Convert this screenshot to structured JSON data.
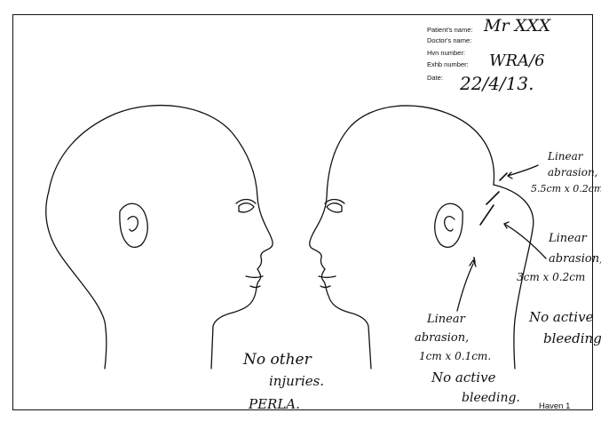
{
  "form_fields": {
    "patient_name_label": "Patient's name:",
    "doctor_name_label": "Doctor's name:",
    "hvn_number_label": "Hvn number:",
    "exhb_number_label": "Exhb number:",
    "date_label": "Date:"
  },
  "form_values": {
    "patient_name": "Mr XXX",
    "exhb_number": "WRA/6",
    "date": "22/4/13."
  },
  "annotations": {
    "abrasion_1": [
      "Linear",
      "abrasion,",
      "5.5cm x 0.2cm"
    ],
    "abrasion_2": [
      "Linear",
      "abrasion,",
      "3cm x 0.2cm"
    ],
    "abrasion_3": [
      "Linear",
      "abrasion,",
      "1cm x 0.1cm."
    ],
    "no_bleeding_right": [
      "No active",
      "bleeding"
    ],
    "no_bleeding_center": [
      "No active",
      "bleeding."
    ],
    "no_other_injuries": [
      "No other",
      "injuries."
    ],
    "perla": "PERLA."
  },
  "footer": {
    "page_label": "Haven 1"
  }
}
